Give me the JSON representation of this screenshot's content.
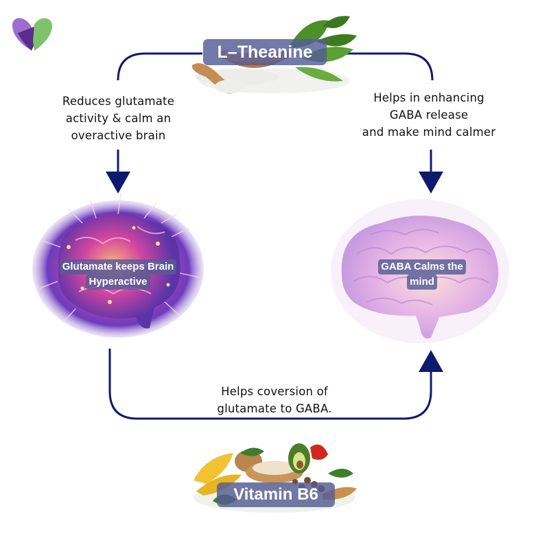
{
  "brand": {
    "logo_icon": "heart-pill-logo-icon"
  },
  "colors": {
    "arrow": "#0d1a6e",
    "pill_bg": "#545c96",
    "text": "#111111",
    "logo_purple": "#6b3fa0",
    "logo_green": "#7cc36a"
  },
  "nodes": {
    "top": {
      "label": "L–Theanine",
      "image": "theanine-powder-and-tea-leaves"
    },
    "left": {
      "label_lines": [
        "Glutamate keeps Brain",
        "Hyperactive"
      ],
      "image": "hyperactive-glowing-brain"
    },
    "right": {
      "label_lines": [
        "GABA Calms the",
        "mind"
      ],
      "image": "calm-pink-brain"
    },
    "bottom": {
      "label": "Vitamin B6",
      "image": "vitamin-b6-foods"
    }
  },
  "edges": {
    "left_caption": [
      "Reduces glutamate",
      "activity & calm an",
      "overactive brain"
    ],
    "right_caption": [
      "Helps in enhancing",
      "GABA release",
      "and make mind calmer"
    ],
    "bottom_caption": [
      "Helps coversion of",
      "glutamate to GABA."
    ]
  }
}
